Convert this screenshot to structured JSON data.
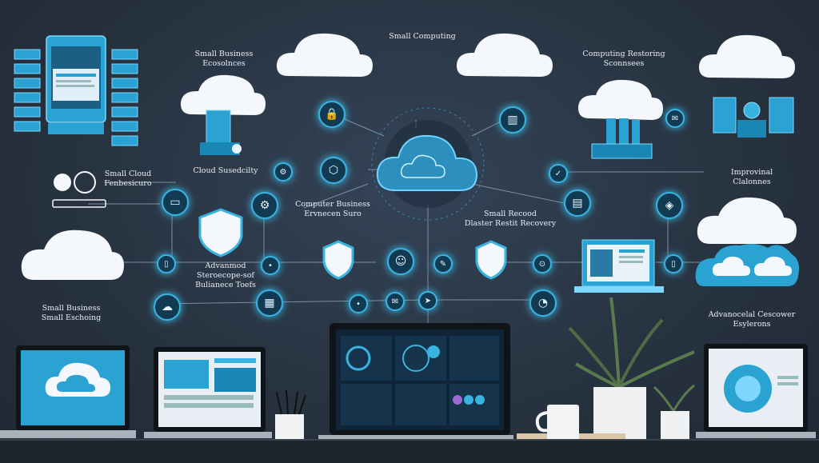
{
  "labels": {
    "top_center": "Small Computing",
    "top_left_1": "Small Business",
    "top_left_2": "Ecosolnces",
    "top_right_1": "Computing Restoring",
    "top_right_2": "Sconnsees",
    "cloud_security": "Cloud Susedcilty",
    "small_cloud_1": "Small Cloud",
    "small_cloud_2": "Fenbesicuro",
    "computer_business_1": "Computer Business",
    "computer_business_2": "Ervnecen Suro",
    "disaster_1": "Small Recood",
    "disaster_2": "Dlaster Restit Recovery",
    "improved_1": "Improvinal",
    "improved_2": "Clalonnes",
    "advanced_1": "Advanmod",
    "advanced_2": "Steroecope-sof",
    "advanced_3": "Bulianece Toefs",
    "small_biz_1": "Small Business",
    "small_biz_2": "Small Eschoing",
    "adv_customer_1": "Advanocelal Cescower",
    "adv_customer_2": "Esylerons"
  },
  "colors": {
    "accent": "#39b3e0",
    "background": "#2a3646",
    "cloud": "#f4f7fb"
  }
}
